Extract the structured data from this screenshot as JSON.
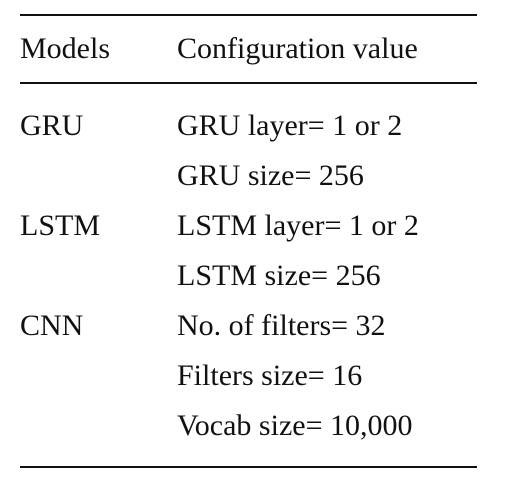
{
  "table": {
    "headers": {
      "model": "Models",
      "config": "Configuration value"
    },
    "rows": [
      {
        "model": "GRU",
        "config": "GRU layer= 1 or 2"
      },
      {
        "model": "",
        "config": "GRU size= 256"
      },
      {
        "model": "LSTM",
        "config": "LSTM layer= 1 or 2"
      },
      {
        "model": "",
        "config": "LSTM size= 256"
      },
      {
        "model": "CNN",
        "config": "No. of filters= 32"
      },
      {
        "model": "",
        "config": "Filters size= 16"
      },
      {
        "model": "",
        "config": "Vocab size= 10,000"
      }
    ]
  }
}
